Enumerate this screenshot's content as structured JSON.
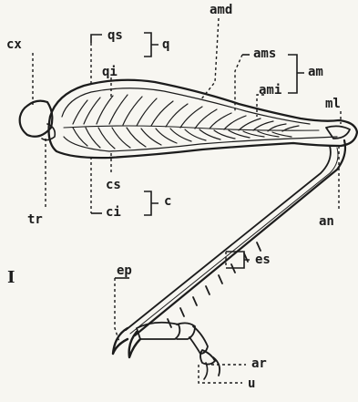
{
  "figure": {
    "numeral": "I",
    "labels": {
      "cx": "cx",
      "tr": "tr",
      "qs": "qs",
      "qi": "qi",
      "q": "q",
      "amd": "amd",
      "ams": "ams",
      "ami": "ami",
      "am": "am",
      "ml": "ml",
      "cs": "cs",
      "ci": "ci",
      "c": "c",
      "an": "an",
      "ep": "ep",
      "es": "es",
      "ar": "ar",
      "u": "u"
    }
  },
  "colors": {
    "ink": "#1c1c1c",
    "paper": "#f7f6f1"
  }
}
